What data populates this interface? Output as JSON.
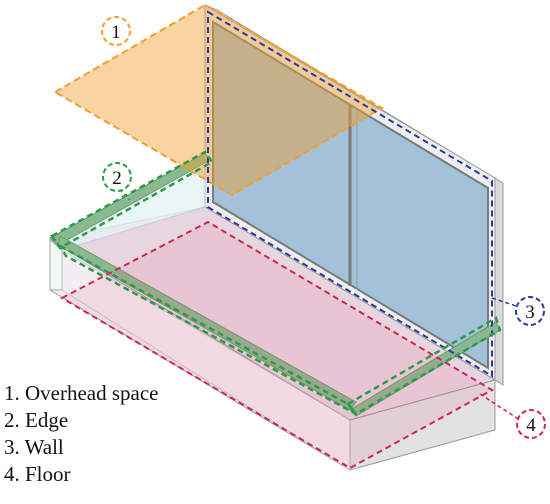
{
  "callouts": [
    {
      "id": "overhead",
      "number": "1",
      "color": "#f0a030"
    },
    {
      "id": "edge",
      "number": "2",
      "color": "#2e9a4c"
    },
    {
      "id": "wall",
      "number": "3",
      "color": "#2c3aa0"
    },
    {
      "id": "floor",
      "number": "4",
      "color": "#d0245a"
    }
  ],
  "legend": {
    "items": [
      {
        "text": "1. Overhead space"
      },
      {
        "text": "2. Edge"
      },
      {
        "text": "3. Wall"
      },
      {
        "text": "4. Floor"
      }
    ]
  }
}
